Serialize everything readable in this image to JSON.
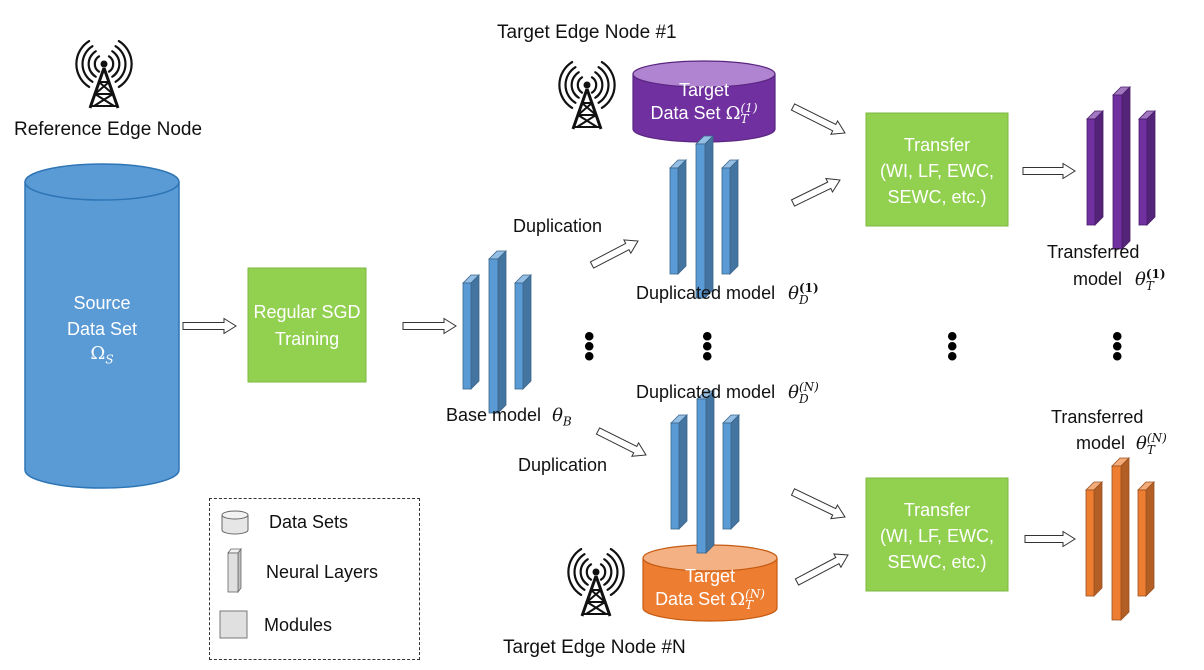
{
  "nodes": {
    "reference": "Reference Edge Node",
    "target1": "Target Edge Node #1",
    "targetN": "Target Edge Node #N"
  },
  "source_dataset": {
    "line1": "Source",
    "line2": "Data Set",
    "symbol": "Ω",
    "symbol_sub": "S"
  },
  "sgd_module": {
    "line1": "Regular SGD",
    "line2": "Training"
  },
  "base_model": {
    "label": "Base model",
    "symbol": "θ",
    "symbol_sub": "B"
  },
  "duplication": {
    "top": "Duplication",
    "bottom": "Duplication"
  },
  "target_datasets": {
    "top": {
      "line1": "Target",
      "line2": "Data Set",
      "symbol": "Ω",
      "sub": "T",
      "sup": "(1)"
    },
    "bottom": {
      "line1": "Target",
      "line2": "Data Set",
      "symbol": "Ω",
      "sub": "T",
      "sup": "(N)"
    }
  },
  "duplicated_models": {
    "top": {
      "label": "Duplicated model",
      "symbol": "θ",
      "sub": "D",
      "sup": "(1)"
    },
    "bottom": {
      "label": "Duplicated model",
      "symbol": "θ",
      "sub": "D",
      "sup": "(N)"
    }
  },
  "transfer_modules": {
    "top": {
      "line1": "Transfer",
      "line2": "(WI, LF, EWC,",
      "line3": "SEWC, etc.)"
    },
    "bottom": {
      "line1": "Transfer",
      "line2": "(WI, LF, EWC,",
      "line3": "SEWC, etc.)"
    }
  },
  "transferred_models": {
    "top": {
      "line1": "Transferred",
      "line2": "model",
      "symbol": "θ",
      "sub": "T",
      "sup": "(1)"
    },
    "bottom": {
      "line1": "Transferred",
      "line2": "model",
      "symbol": "θ",
      "sub": "T",
      "sup": "(N)"
    }
  },
  "legend": {
    "datasets": "Data Sets",
    "layers": "Neural Layers",
    "modules": "Modules"
  },
  "ellipsis": "⋮",
  "colors": {
    "blue": "#5b9bd5",
    "blue_dark": "#2e75b6",
    "green": "#92d050",
    "purple": "#7030a0",
    "orange": "#ed7d31",
    "legend_gray": "#e0e0e0"
  }
}
